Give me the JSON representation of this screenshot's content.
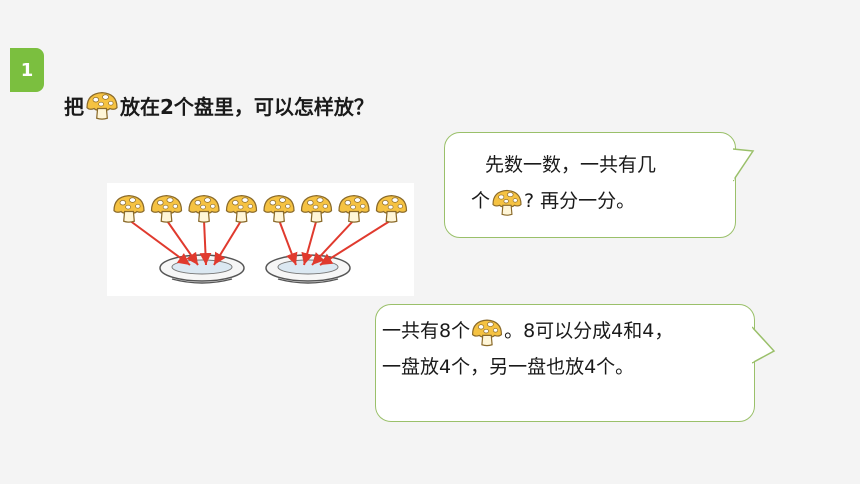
{
  "badge": {
    "number": "1"
  },
  "question": {
    "prefix": "把",
    "suffix": "放在2个盘里，可以怎样放？"
  },
  "bubble1": {
    "line1": "先数一数，一共有几",
    "line2_prefix": "个",
    "line2_suffix": "? 再分一分。"
  },
  "bubble2": {
    "line1_prefix": "一共有8个",
    "line1_suffix": "。8可以分成4和4，",
    "line2": "一盘放4个，另一盘也放4个。"
  },
  "figure": {
    "mushroom_count": 8,
    "plate_count": 2,
    "arrow_color": "#e03a2e"
  },
  "colors": {
    "accent_green": "#7bbf3f",
    "mushroom_cap": "#f5c242",
    "mushroom_spots": "#ffffff"
  }
}
